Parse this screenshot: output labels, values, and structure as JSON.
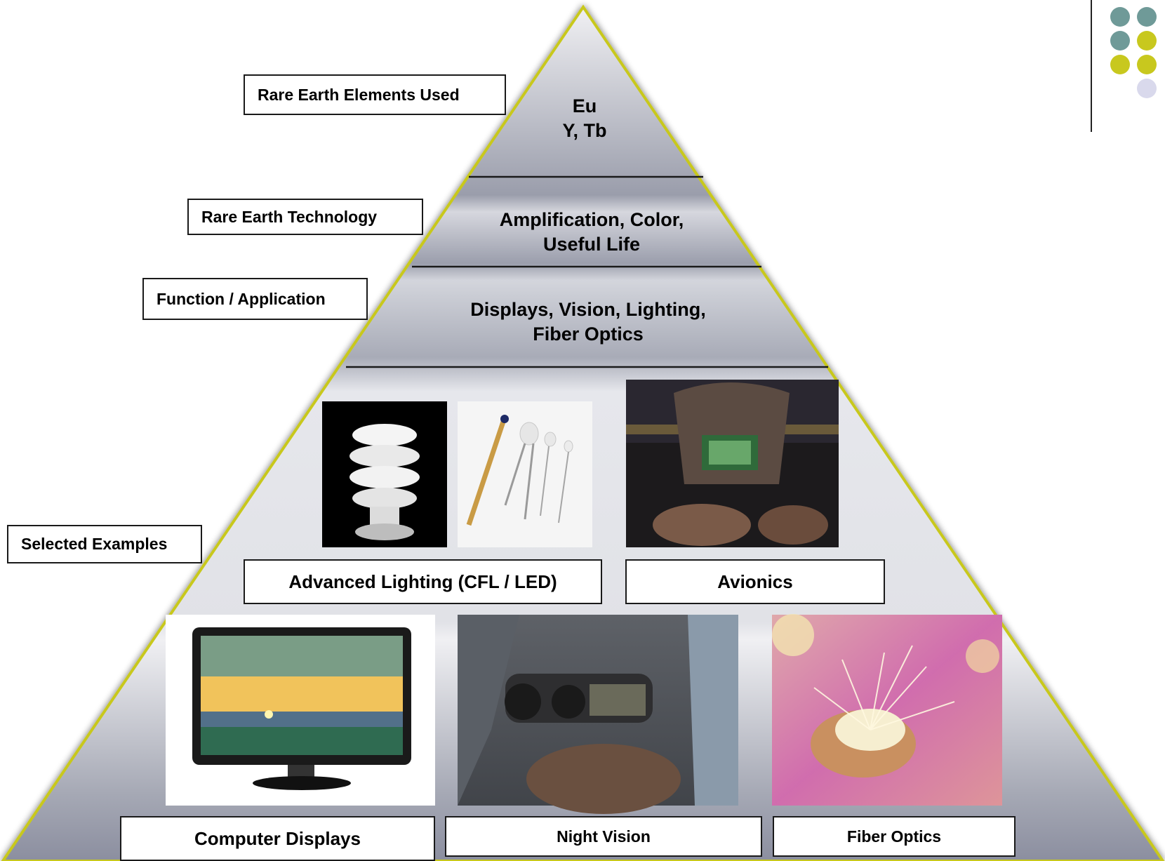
{
  "colors": {
    "pyramid_outline": "#c8c81e",
    "pyramid_gradient_light": "#e4e5ea",
    "pyramid_gradient_dark": "#8b8e9f",
    "divider": "#1a1a1a",
    "dot_teal": "#6f9a98",
    "dot_olive": "#c8c81e",
    "dot_lavender": "#d9d9ec"
  },
  "labels": {
    "elements": "Rare Earth Elements Used",
    "technology": "Rare Earth Technology",
    "function": "Function / Application",
    "examples": "Selected Examples"
  },
  "tiers": {
    "elements_line1": "Eu",
    "elements_line2": "Y, Tb",
    "technology_line1": "Amplification, Color,",
    "technology_line2": "Useful Life",
    "function_line1": "Displays, Vision, Lighting,",
    "function_line2": "Fiber Optics"
  },
  "examples": {
    "lighting": "Advanced Lighting (CFL / LED)",
    "avionics": "Avionics",
    "displays": "Computer Displays",
    "night_vision": "Night Vision",
    "fiber_optics": "Fiber Optics"
  },
  "icons": {
    "cfl": "cfl-bulb-photo",
    "led": "led-photo",
    "avionics": "cockpit-photo",
    "monitor": "monitor-photo",
    "night_vision": "night-vision-goggles-photo",
    "fiber": "fiber-optics-photo"
  }
}
